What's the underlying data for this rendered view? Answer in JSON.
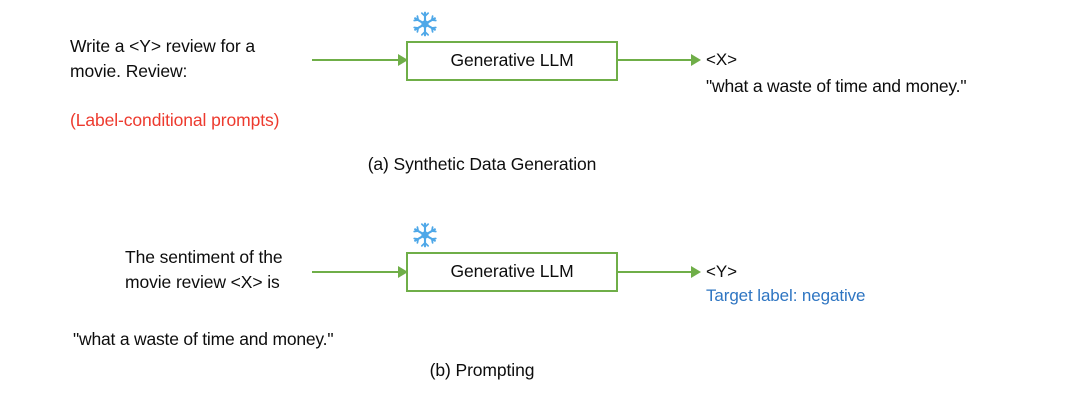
{
  "figure": {
    "background_color": "#ffffff",
    "accent_green": "#6FAE48",
    "accent_red": "#ED3A2E",
    "accent_blue": "#2E75C2",
    "text_color": "#0d0d0d",
    "snowflake_color": "#4FA8E8"
  },
  "panel_a": {
    "caption": "(a) Synthetic Data Generation",
    "prompt": "Write a <Y> review for a\nmovie. Review:",
    "prompt_note": "(Label-conditional prompts)",
    "model_label": "Generative LLM",
    "frozen_icon": "snowflake-icon",
    "input_arrow_icon": "arrow-right-icon",
    "output_arrow_icon": "arrow-right-icon",
    "output_variable": "<X>",
    "output_value": "\"what a waste of time and money.\""
  },
  "panel_b": {
    "caption": "(b) Prompting",
    "prompt": "The sentiment of the\nmovie review <X> is",
    "review_quote": "\"what a waste of time and money.\"",
    "model_label": "Generative LLM",
    "frozen_icon": "snowflake-icon",
    "input_arrow_icon": "arrow-right-icon",
    "output_arrow_icon": "arrow-right-icon",
    "output_variable": "<Y>",
    "output_label": "Target label: negative"
  }
}
